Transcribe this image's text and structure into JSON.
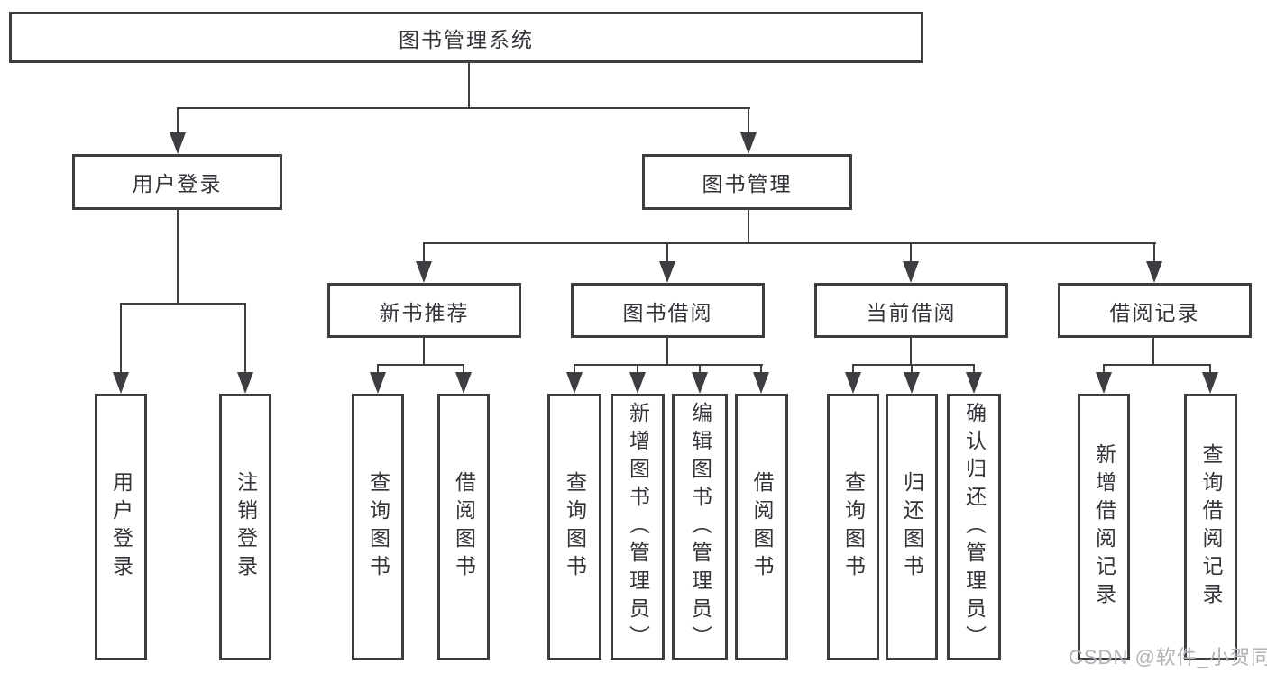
{
  "diagram": {
    "root": {
      "label": "图书管理系统",
      "children": [
        {
          "label": "用户登录",
          "children": [
            {
              "label": "用户登录"
            },
            {
              "label": "注销登录"
            }
          ]
        },
        {
          "label": "图书管理",
          "children": [
            {
              "label": "新书推荐",
              "children": [
                {
                  "label": "查询图书"
                },
                {
                  "label": "借阅图书"
                }
              ]
            },
            {
              "label": "图书借阅",
              "children": [
                {
                  "label": "查询图书"
                },
                {
                  "label": "新增图书（管理员）"
                },
                {
                  "label": "编辑图书（管理员）"
                },
                {
                  "label": "借阅图书"
                }
              ]
            },
            {
              "label": "当前借阅",
              "children": [
                {
                  "label": "查询图书"
                },
                {
                  "label": "归还图书"
                },
                {
                  "label": "确认归还（管理员）"
                }
              ]
            },
            {
              "label": "借阅记录",
              "children": [
                {
                  "label": "新增借阅记录"
                },
                {
                  "label": "查询借阅记录"
                }
              ]
            }
          ]
        }
      ]
    }
  },
  "watermark": {
    "text": "CSDN @软件_小贺同学"
  },
  "colors": {
    "line": "#3e3e42",
    "text": "#33353a",
    "background": "#ffffff",
    "watermark": "#b2b2b6"
  }
}
